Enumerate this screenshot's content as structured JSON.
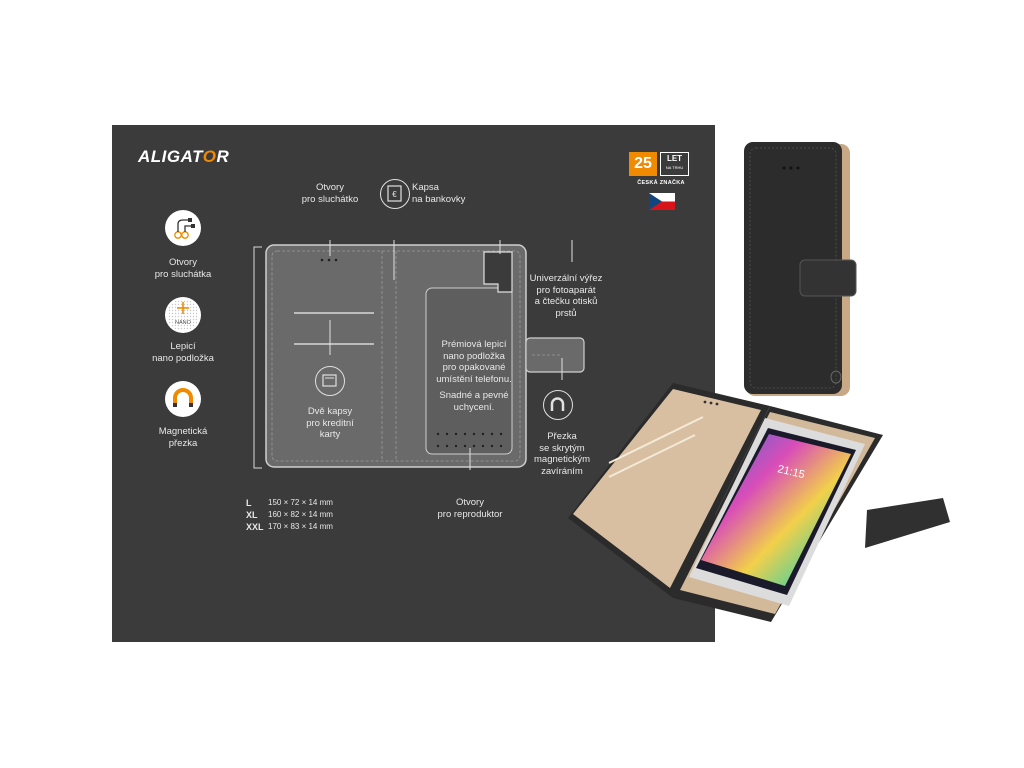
{
  "brand": {
    "logo_text_a": "ALIGAT",
    "logo_text_o": "O",
    "logo_text_b": "R"
  },
  "badge": {
    "number": "25",
    "word": "LET",
    "subword": "NA TRHU",
    "label": "ČESKÁ ZNAČKA"
  },
  "features_left": [
    {
      "label": "Otvory\npro sluchátka",
      "icon": "earphones-icon"
    },
    {
      "label": "Lepicí\nnano podložka",
      "icon": "nano-pad-icon",
      "icon_text": "NANO"
    },
    {
      "label": "Magnetická\npřezka",
      "icon": "magnet-icon"
    }
  ],
  "callouts": {
    "earpiece": "Otvory\npro sluchátko",
    "banknotes": "Kapsa\nna bankovky",
    "camera": "Univerzální výřez\npro fotoaparát\na čtečku otisků\nprstů",
    "nano": "Prémiová lepicí\nnano podložka\npro opakované\numístění telefonu.",
    "secure": "Snadné a pevné\nuchycení.",
    "cards": "Dvě kapsy\npro kreditní\nkarty",
    "clasp": "Přezka\nse skrytým\nmagnetickým\nzavíráním",
    "speaker": "Otvory\npro reproduktor"
  },
  "sizes": [
    {
      "size": "L",
      "dims": "150 × 72 × 14 mm"
    },
    {
      "size": "XL",
      "dims": "160 × 82 × 14 mm"
    },
    {
      "size": "XXL",
      "dims": "170 × 83 × 14 mm"
    }
  ],
  "phone_screen": {
    "time": "21:15"
  },
  "colors": {
    "panel": "#3b3b3b",
    "accent": "#f08a00",
    "case_outer": "#2a2a2a",
    "case_inner": "#d2b99a"
  }
}
